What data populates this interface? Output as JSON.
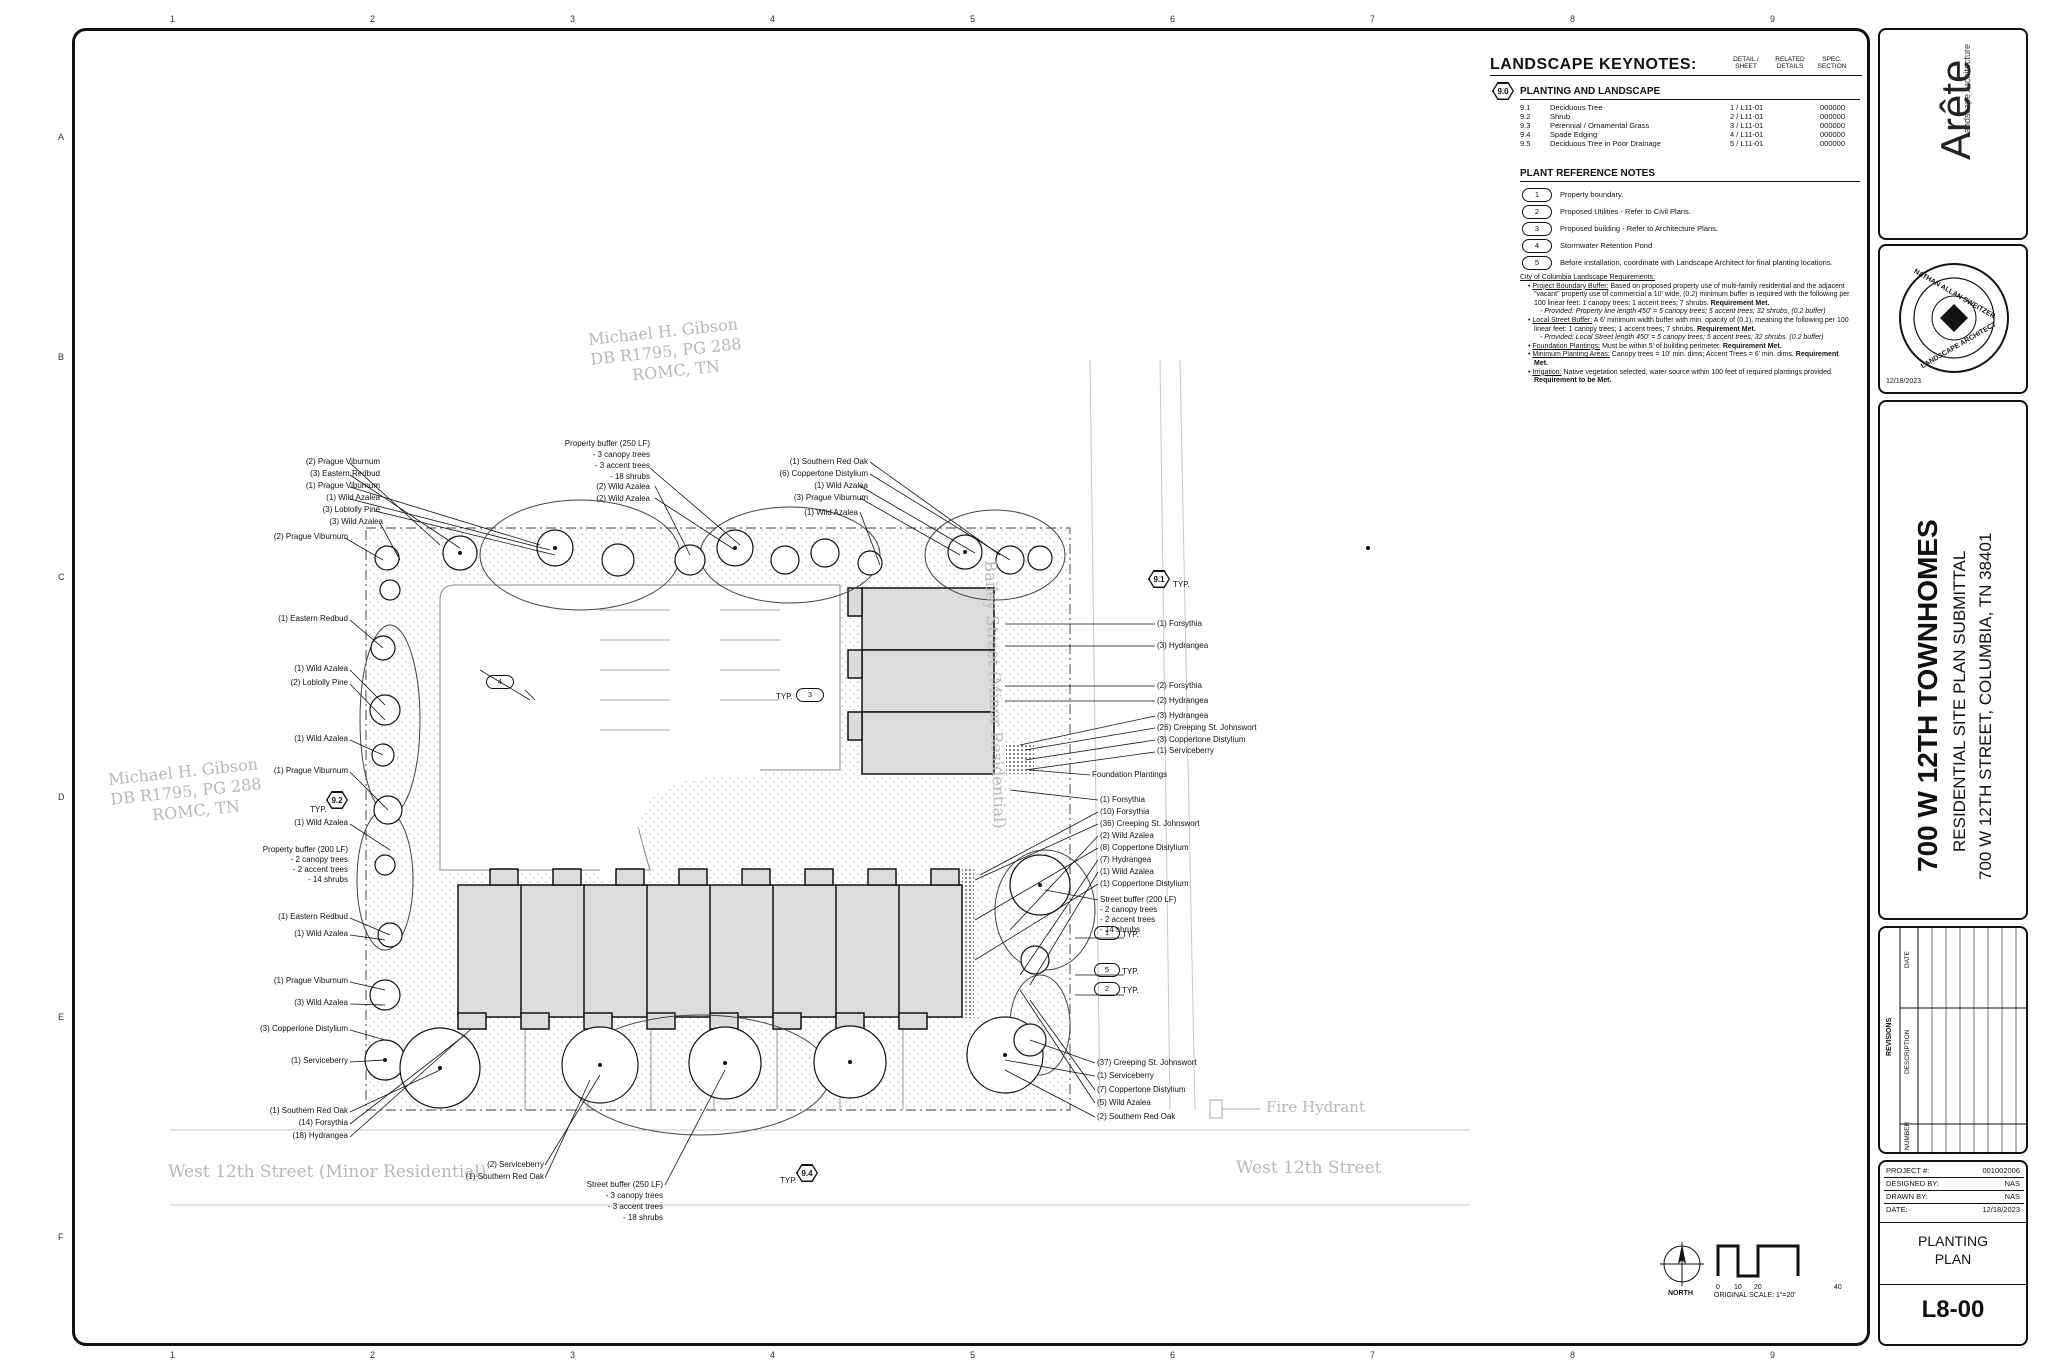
{
  "grid": {
    "columns": [
      "1",
      "2",
      "3",
      "4",
      "5",
      "6",
      "7",
      "8",
      "9"
    ],
    "rows": [
      "A",
      "B",
      "C",
      "D",
      "E",
      "F"
    ]
  },
  "keynotes": {
    "title": "LANDSCAPE KEYNOTES:",
    "col_detail": "DETAIL / SHEET",
    "col_related": "RELATED DETAILS",
    "col_spec": "SPEC. SECTION",
    "section_num": "9.0",
    "section_title": "PLANTING AND LANDSCAPE",
    "items": [
      {
        "num": "9.1",
        "desc": "Deciduous Tree",
        "sheet": "1 / L11-01",
        "spec": "000000"
      },
      {
        "num": "9.2",
        "desc": "Shrub",
        "sheet": "2 / L11-01",
        "spec": "000000"
      },
      {
        "num": "9.3",
        "desc": "Perennial / Ornamental Grass",
        "sheet": "3 / L11-01",
        "spec": "000000"
      },
      {
        "num": "9.4",
        "desc": "Spade Edging",
        "sheet": "4 / L11-01",
        "spec": "000000"
      },
      {
        "num": "9.5",
        "desc": "Deciduous Tree in Poor Drainage",
        "sheet": "5 / L11-01",
        "spec": "000000"
      }
    ]
  },
  "plant_notes": {
    "title": "PLANT REFERENCE NOTES",
    "items": [
      {
        "num": "1",
        "text": "Property boundary."
      },
      {
        "num": "2",
        "text": "Proposed Utilities - Refer to Civil Plans."
      },
      {
        "num": "3",
        "text": "Proposed building - Refer to Architecture Plans."
      },
      {
        "num": "4",
        "text": "Stormwater Retention Pond"
      },
      {
        "num": "5",
        "text": "Before installation, coordinate with Landscape Architect for final planting locations."
      }
    ]
  },
  "requirements": {
    "title": "City of Columbia Landscape Requirements:",
    "b1_lead": "Project Boundary Buffer:",
    "b1_text": " Based on proposed property use of multi-family residential and the adjacent \"vacant\" property use of commercial a 10' wide, (0.2) minimum buffer is required with the following per 100 linear feet: 1 canopy trees; 1 accent trees; 7 shrubs.",
    "b1_met": " Requirement Met.",
    "b1_prov": "- Provided: Property line length 450' = 5 canopy trees; 5 accent trees; 32 shrubs, (0.2 buffer)",
    "b2_lead": "Local Street Buffer:",
    "b2_text": " A 6' minimum width buffer with min. opacity of (0.1), meaning the following per 100 linear feet: 1 canopy trees; 1 accent trees; 7 shrubs.",
    "b2_met": " Requirement Met.",
    "b2_prov": "- Provided: Local Street length 450' = 5 canopy trees; 5 accent trees; 32 shrubs. (0.2 buffer)",
    "b3_lead": "Foundation Plantings:",
    "b3_text": " Must be within 5' of building perimeter.",
    "b3_met": " Requirement Met.",
    "b4_lead": "Minimum Planting Areas:",
    "b4_text": " Canopy trees = 10' min. dims; Accent Trees = 6' min. dims.",
    "b4_met": "Requirement Met.",
    "b5_lead": "Irrigation:",
    "b5_text": " Native vegetation selected, water source within 100 feet of required plantings provided.",
    "b5_met": " Requirement to be Met."
  },
  "title_block": {
    "firm": "Arête",
    "firm_sub": "Landscape Architecture",
    "seal_date": "12/18/2023",
    "seal_top": "NATHAN ALLAN SWEITZER",
    "seal_bottom": "LANDSCAPE ARCHITECT",
    "project_title": "700 W 12TH TOWNHOMES",
    "project_sub1": "RESIDENTIAL SITE PLAN SUBMITTAL",
    "project_sub2": "700 W 12TH STREET, COLUMBIA, TN 38401",
    "revisions": "REVISIONS",
    "rev_cols": [
      "NUMBER",
      "DESCRIPTION",
      "DATE"
    ],
    "info": [
      {
        "label": "PROJECT #:",
        "value": "001002006"
      },
      {
        "label": "DESIGNED BY:",
        "value": "NAS"
      },
      {
        "label": "DRAWN BY:",
        "value": "NAS"
      },
      {
        "label": "DATE:",
        "value": "12/18/2023"
      }
    ],
    "sheet_title": "PLANTING PLAN",
    "sheet_num": "L8-00"
  },
  "scale": {
    "north": "NORTH",
    "ticks": [
      "0",
      "10",
      "20",
      "40"
    ],
    "original": "ORIGINAL SCALE: 1\"=20'"
  },
  "ghost_text": {
    "owner_top": [
      "Michael H. Gibson",
      "DB R1795, PG 288",
      "ROMC, TN"
    ],
    "owner_left": [
      "Michael H. Gibson",
      "DB R1795, PG 288",
      "ROMC, TN"
    ],
    "street_west": "West 12th Street (Minor Residential)",
    "street_east": "West 12th Street",
    "side_street": "Bailey Street (Minor Residential)",
    "fire_hydrant": "Fire Hydrant"
  },
  "plan_tags": {
    "pond": "4",
    "bldg_note": "3",
    "typ": "TYP.",
    "k91": "9.1",
    "k92": "9.2",
    "k94": "9.4",
    "n1": "1",
    "n5": "5",
    "n2": "2"
  },
  "labels_left": [
    "(2) Prague Viburnum",
    "(3) Eastern Redbud",
    "(1) Prague Viburnum",
    "(1) Wild Azalea",
    "(3) Loblolly Pine",
    "(3) Wild Azalea",
    "(2) Prague Viburnum",
    "(1) Eastern Redbud",
    "(1) Wild Azalea",
    "(2) Loblolly Pine",
    "(1) Wild Azalea",
    "(1) Prague Viburnum",
    "(1) Wild Azalea",
    "Property buffer (200 LF)",
    "- 2 canopy trees",
    "- 2 accent trees",
    "- 14 shrubs",
    "(1) Eastern Redbud",
    "(1) Wild Azalea",
    "(1) Prague Viburnum",
    "(3) Wild Azalea",
    "(3) Copperlone Distylium",
    "(1) Serviceberry",
    "(1) Southern Red Oak",
    "(14) Forsythia",
    "(18) Hydrangea"
  ],
  "labels_top": [
    "Property buffer (250 LF)",
    "- 3 canopy trees",
    "- 3 accent trees",
    "- 18 shrubs",
    "(2) Wild Azalea",
    "(2) Wild Azalea",
    "(1) Southern Red Oak",
    "(6) Coppertone Distylium",
    "(1) Wild Azalea",
    "(3) Prague Viburnum",
    "(1) Wild Azalea"
  ],
  "labels_right": [
    "(1) Forsythia",
    "(3) Hydrangea",
    "(2) Forsythia",
    "(2) Hydrangea",
    "(3) Hydrangea",
    "(26) Creeping St. Johnswort",
    "(3) Coppertone Distylium",
    "(1) Serviceberry",
    "Foundation Plantings",
    "(1) Forsythia",
    "(10) Forsythia",
    "(36) Creeping St. Johnswort",
    "(2) Wild Azalea",
    "(8) Coppertone Distylium",
    "(7) Hydrangea",
    "(1) Wild Azalea",
    "(1) Coppertone Distylium",
    "Street buffer (200 LF)",
    "- 2 canopy trees",
    "- 2 accent trees",
    "- 14 shrubs",
    "(37) Creeping St. Johnswort",
    "(1) Serviceberry",
    "(7) Coppertone Distylium",
    "(5) Wild Azalea",
    "(2) Southern Red Oak"
  ],
  "labels_bottom": [
    "(2) Serviceberry",
    "(1) Southern Red Oak",
    "Street buffer (250 LF)",
    "- 3 canopy trees",
    "- 3 accent trees",
    "- 18 shrubs"
  ]
}
